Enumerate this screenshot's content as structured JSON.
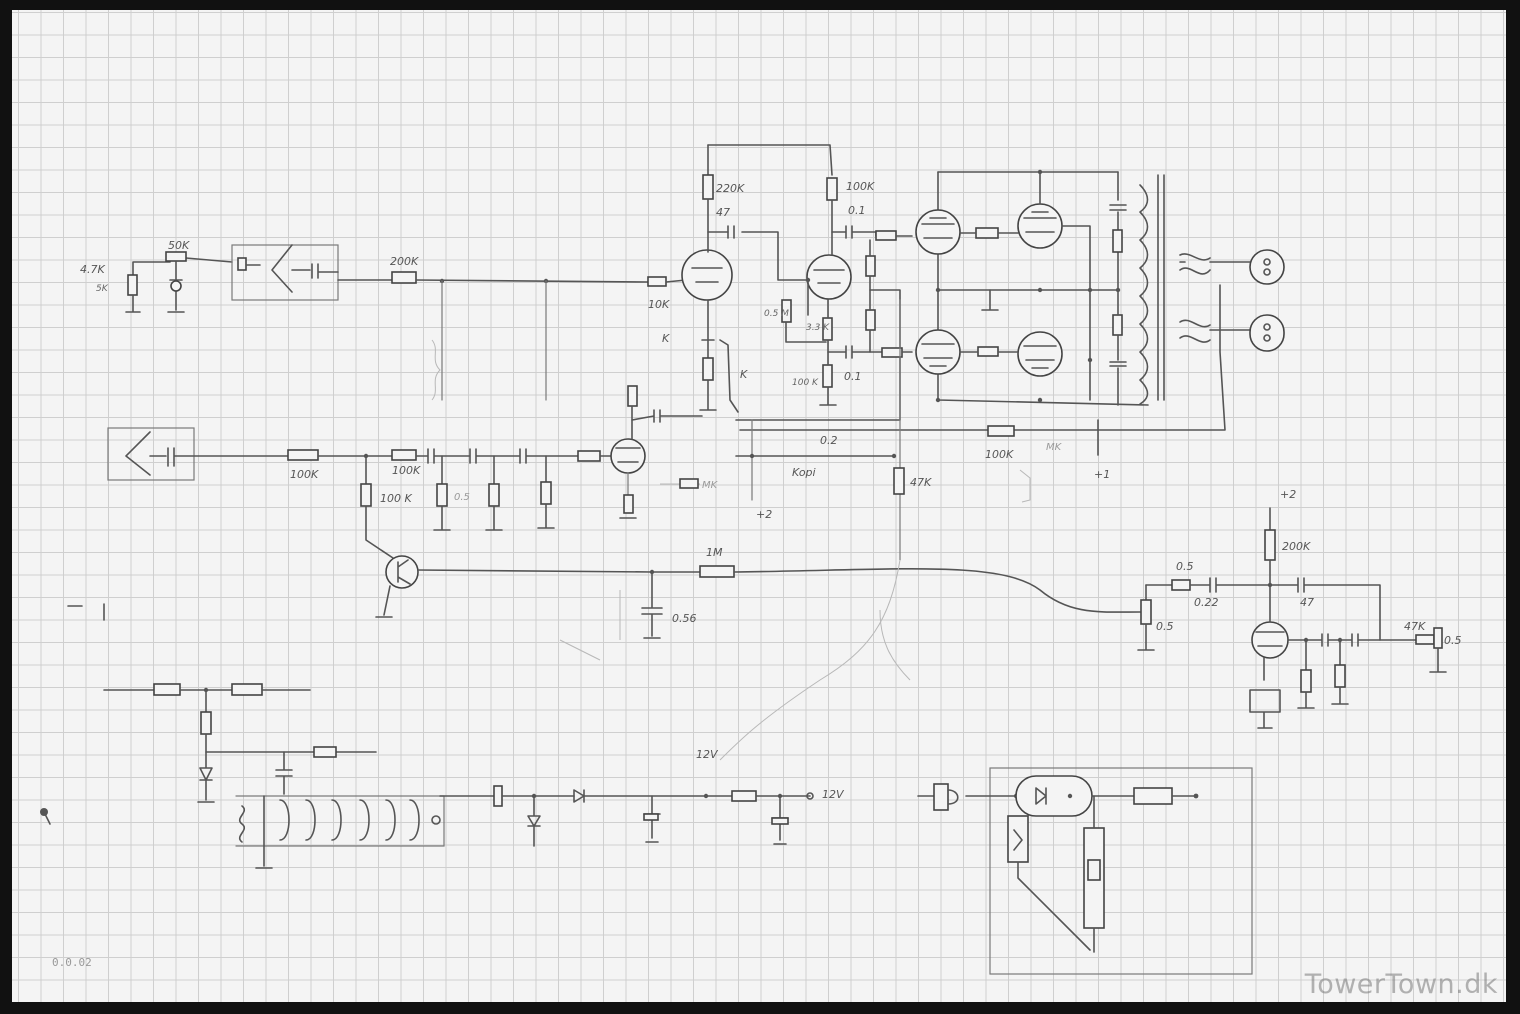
{
  "labels": {
    "r_4k7": "4.7K",
    "r_5k": "5K",
    "pot_50k": "50K",
    "r_200k": "200K",
    "r_10k": "10K",
    "r_220k": "220K",
    "c_47": "47",
    "k_cathode_1": "K",
    "k_cathode_2": "K",
    "r_100k_a": "100K",
    "c_01_a": "0.1",
    "r_05m": "0.5 M",
    "r_33k": "3.3 K",
    "r_100k_b": "100 K",
    "c_01_b": "0.1",
    "c_02": "0.2",
    "kopi": "Kopi",
    "r_47k": "47K",
    "r_100k_fb": "100K",
    "supply_p1": "+1",
    "supply_p2_mid": "+2",
    "r_100k_in": "100K",
    "r_100k_in2": "100K",
    "r_100k_v": "100 K",
    "r_1m": "1M",
    "c_056": "0.56",
    "v_12_left": "12V",
    "v_12_right": "12V",
    "supply_p2_right": "+2",
    "r_200k_right": "200K",
    "c_05": "0.5",
    "c_022": "0.22",
    "c_47_right": "47",
    "pot_05": "0.5",
    "r_47k_right": "47K",
    "pot_05_out": "0.5",
    "mk_1": "MK",
    "mk_2": "MK",
    "c_05_small": "0.5"
  },
  "sheet_number": "0.0.02",
  "watermark": "TowerTown.dk"
}
